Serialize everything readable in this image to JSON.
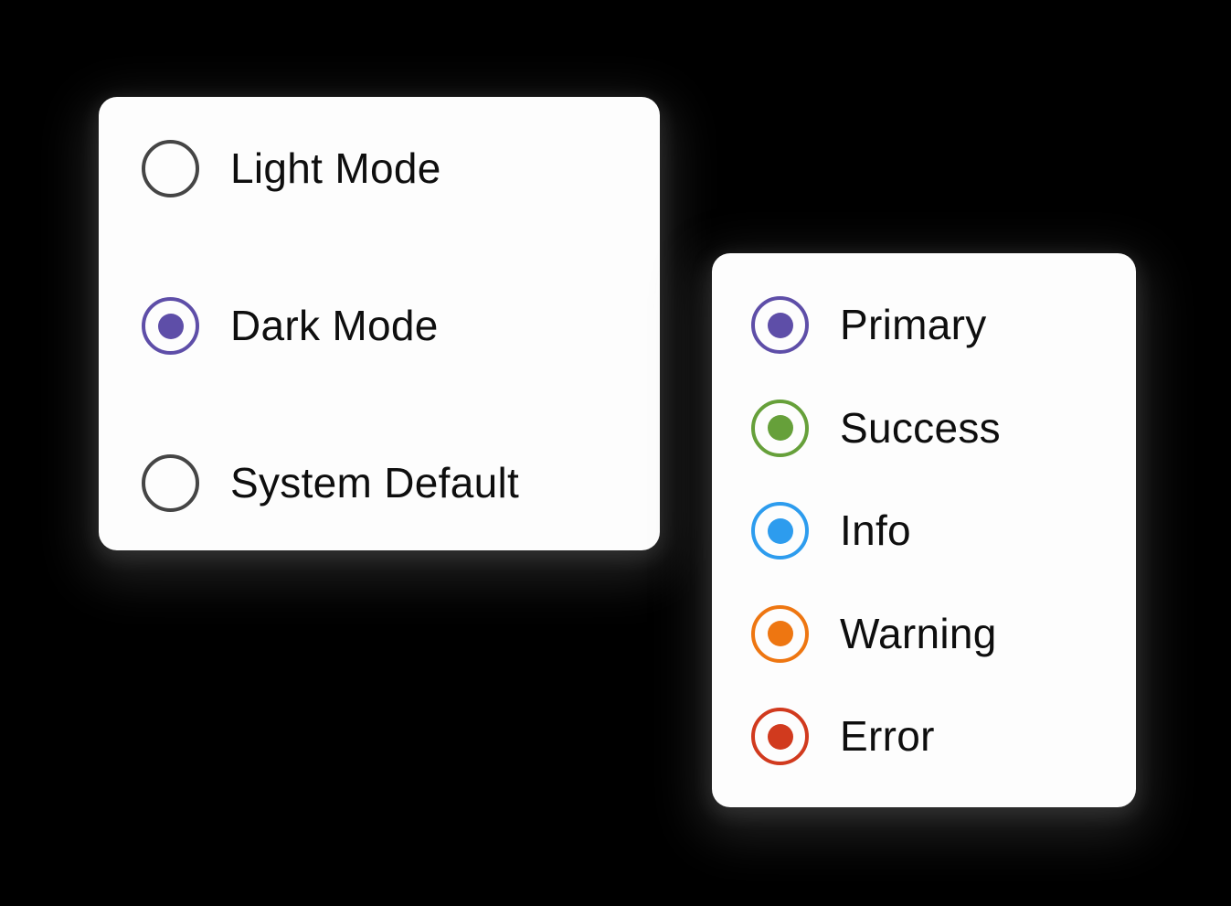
{
  "background_color": "#000000",
  "card_background": "#fdfdfd",
  "text_color": "#0e0e0e",
  "unselected_ring_color": "#454545",
  "theme_card": {
    "options": [
      {
        "label": "Light Mode",
        "selected": false,
        "color": "#454545"
      },
      {
        "label": "Dark Mode",
        "selected": true,
        "color": "#5E4EA8"
      },
      {
        "label": "System Default",
        "selected": false,
        "color": "#454545"
      }
    ]
  },
  "status_card": {
    "options": [
      {
        "label": "Primary",
        "selected": true,
        "color": "#5E4EA8"
      },
      {
        "label": "Success",
        "selected": true,
        "color": "#66A03A"
      },
      {
        "label": "Info",
        "selected": true,
        "color": "#2D9CEE"
      },
      {
        "label": "Warning",
        "selected": true,
        "color": "#EE7611"
      },
      {
        "label": "Error",
        "selected": true,
        "color": "#D13A1E"
      }
    ]
  }
}
